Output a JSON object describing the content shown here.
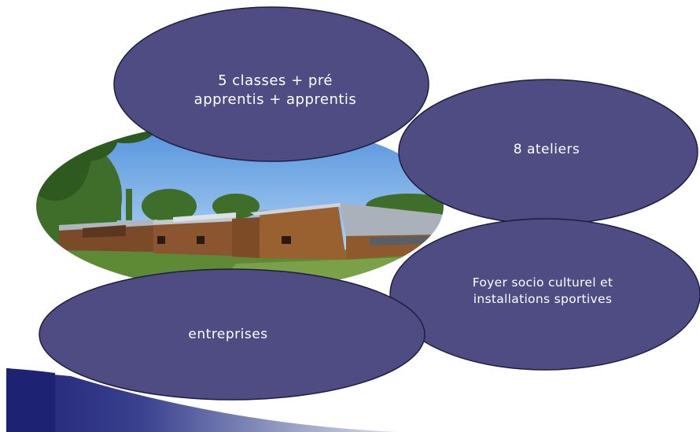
{
  "colors": {
    "oval_fill": "#4e4c83",
    "oval_stroke": "#1e1d3e",
    "arrow_dark": "#1e2273",
    "arrow_light": "#c8cde0",
    "sky": "#8fbdf0",
    "grass": "#5e8a35"
  },
  "picture": {
    "icon": "building-photo-icon"
  },
  "ovals": [
    {
      "label": "5 classes + pré\napprentis + apprentis"
    },
    {
      "label": "8 ateliers"
    },
    {
      "label": "Foyer socio culturel et\ninstallations sportives"
    },
    {
      "label": "entreprises"
    }
  ],
  "arrow": {
    "icon": "arrow-shape-icon"
  }
}
